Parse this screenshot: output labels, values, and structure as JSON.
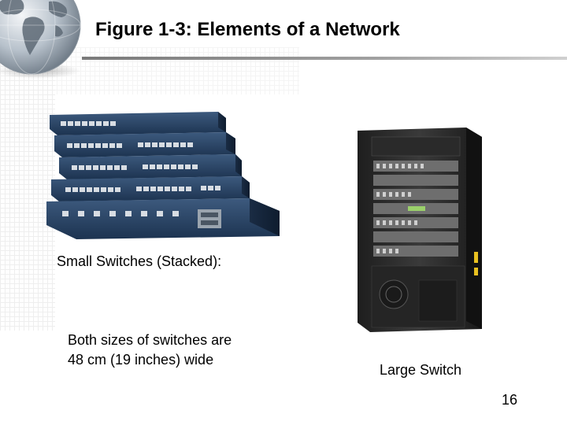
{
  "slide": {
    "title": "Figure 1-3: Elements of a Network",
    "small_switch_caption": "Small Switches (Stacked):",
    "size_note_line1": "Both sizes of switches are",
    "size_note_line2": "48 cm (19 inches) wide",
    "large_switch_caption": "Large Switch",
    "page_number": "16"
  },
  "images": {
    "globe": "globe-icon",
    "small_switches": "stacked-switches-photo",
    "large_switch": "chassis-switch-photo"
  },
  "colors": {
    "switch_body": "#1f3a5c",
    "chassis": "#2b2b2b",
    "title_rule": "#7a7a7a"
  }
}
